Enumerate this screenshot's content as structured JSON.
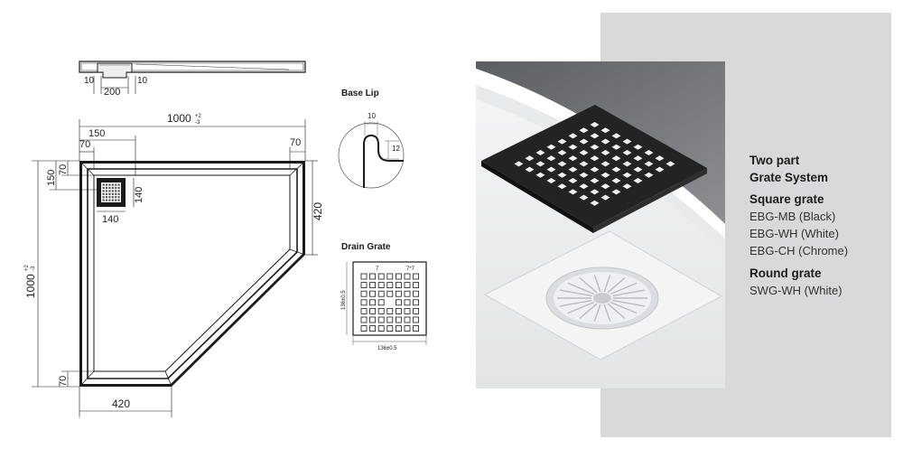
{
  "side_view": {
    "dim_left": "10",
    "dim_drain": "200",
    "dim_right": "10"
  },
  "plan": {
    "width_label": "1000",
    "width_tol": "+2",
    "width_tol_lower": "-3",
    "height_label": "1000",
    "height_tol": "+2",
    "height_tol_lower": "-3",
    "dim_150_top": "150",
    "dim_70_top_left": "70",
    "dim_70_top_right": "70",
    "dim_70_side": "70",
    "dim_150_side": "150",
    "dim_140_right": "140",
    "dim_140_bottom": "140",
    "dim_420_right": "420",
    "dim_70_bottom_left": "70",
    "dim_420_bottom": "420"
  },
  "base_lip": {
    "title": "Base Lip",
    "dim_10": "10",
    "dim_12": "12"
  },
  "drain_grate": {
    "title": "Drain Grate",
    "dim_7": "7",
    "dim_7_7": "7*7",
    "dim_side": "136±0.5",
    "dim_bottom": "136±0.5"
  },
  "specs": {
    "heading_line1": "Two part",
    "heading_line2": "Grate System",
    "square_title": "Square grate",
    "square_items": [
      "EBG-MB (Black)",
      "EBG-WH (White)",
      "EBG-CH (Chrome)"
    ],
    "round_title": "Round grate",
    "round_items": [
      "SWG-WH (White)"
    ]
  },
  "colors": {
    "panel": "#d9d9db",
    "line": "#1a1a1a",
    "grate_black": "#1e1e1e"
  }
}
